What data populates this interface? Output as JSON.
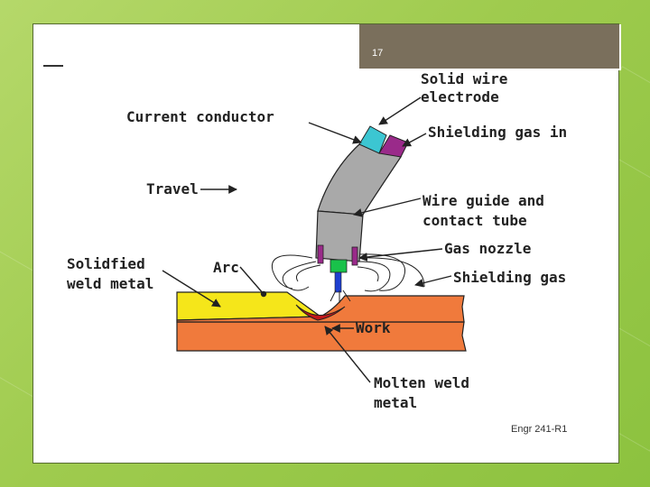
{
  "slide": {
    "number": "17",
    "footer": "Engr 241-R1"
  },
  "diagram": {
    "labels": {
      "solid_wire_1": "Solid wire",
      "solid_wire_2": "electrode",
      "current_conductor": "Current conductor",
      "shielding_gas_in": "Shielding gas in",
      "travel": "Travel",
      "wire_guide_1": "Wire guide and",
      "wire_guide_2": "contact tube",
      "gas_nozzle": "Gas nozzle",
      "solidified_1": "Solidfied",
      "solidified_2": "weld metal",
      "arc": "Arc",
      "shielding_gas": "Shielding gas",
      "work": "Work",
      "molten_1": "Molten weld",
      "molten_2": "metal"
    },
    "colors": {
      "yellow_plate": "#f5e61a",
      "orange_plate": "#f07a3c",
      "molten_pool": "#c0171a",
      "torch_gray": "#a9a9a9",
      "gas_cyan": "#3cc6d2",
      "gas_purple": "#9a2a8a",
      "electrode_blue": "#1e3fd0",
      "tip_green": "#19c24a"
    }
  }
}
